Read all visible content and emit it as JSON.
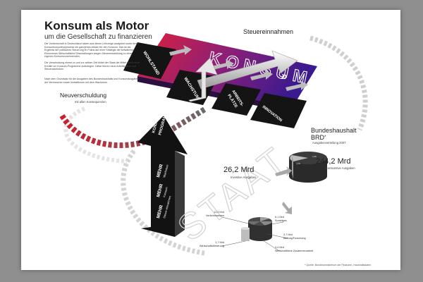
{
  "colors": {
    "background": "#8f8f8f",
    "poster": "#ffffff",
    "accent_red": "#e0203a",
    "accent_purple": "#3a1a8f",
    "dark": "#141414"
  },
  "header": {
    "title": "Konsum als Motor",
    "subtitle": "um die Gesellschaft zu finanzieren",
    "intro_1": "Die Vorherrschaft in Deutschland haben aus dieser Lehrzeige analysiert sowie ihren Konsumkonjunkturprozess ein ganzjenes beiden für den Konsum. Das ist als Ergebnis der politisches Steuerung im Fokus auf einer Strategie die fortwährend Einkommen Wirtschaftliche Einschaltungen wegen Steuerentwicklung zu einer eigenen Konsumzunehmenden.",
    "intro_2": "Die Verschuldung nimmt zu und zur selben Zeit bildet der Staat die Mittel durch neue Kredite um Konsum-Programme aufzulegen. Diese führen neue Arbeitsplätze und Steuerwachstum.",
    "intro_3": "Nach dem Grundsatz für die Ausgaben des Bundeshaushalts und Konsumausgaben der Verbraucher sowie Investitionen mit dem Wachstum."
  },
  "steuereinnahmen": "Steuereinnahmen",
  "neuverschuldung": {
    "title": "Neuverschuldung",
    "subtitle": "mit allen Konsequenzen"
  },
  "konsum_word": "KONSUM",
  "konsum_chevrons": "»",
  "blocks": {
    "wohlstand": "WOHLSTAND",
    "wachstum": "WACHSTUM",
    "arbeitsplaetze_1": "ARBEITS-",
    "arbeitsplaetze_2": "PLÄTZE",
    "innovation": "INNOVATION"
  },
  "program": {
    "title_1": "KONJUNKTUR-",
    "title_2": "PROGRAMM",
    "items": [
      {
        "head": "MEHR",
        "sub": "Wachstum"
      },
      {
        "head": "MEHR",
        "sub": "Konsum"
      },
      {
        "head": "MEHR",
        "sub": "Steuer-einnahmen"
      }
    ]
  },
  "staat_word": "STAAT",
  "bundeshaushalt": {
    "title_1": "Bundeshaushalt",
    "title_2": "BRD",
    "footnote_mark": "*",
    "subtitle": "Ausgabenverteilung 2007",
    "investive_value": "26,2 Mrd",
    "investive_label": "Investive Ausgaben",
    "konsum_value": "244,2 Mrd",
    "konsum_label": "Konsumtive Ausgaben",
    "pie_small_labels": [
      "x,x%",
      "x,x%"
    ]
  },
  "breakdown": [
    {
      "value": "11,2 Mrd",
      "label": "Verkehrswesen"
    },
    {
      "value": "6,1 Mrd",
      "label": "Sonstiges"
    },
    {
      "value": "3,7 Mrd",
      "label": "Bildung/Forschung"
    },
    {
      "value": "1,7 Mrd",
      "label": "Wirtschaftsförderung"
    },
    {
      "value": "3,4 Mrd",
      "label": "Wirtschaftliche Zusammenarbeit"
    }
  ],
  "source": "* Quelle: Bundesministerium der Finanzen, Haushaltsdaten"
}
